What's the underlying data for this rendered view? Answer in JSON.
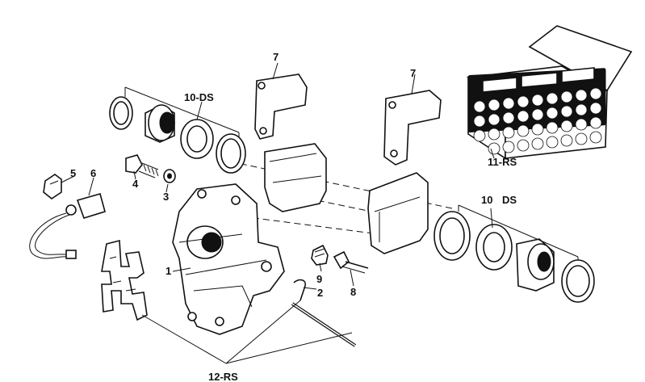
{
  "labels": {
    "p1": "1",
    "p2": "2",
    "p3": "3",
    "p4": "4",
    "p5": "5",
    "p6": "6",
    "p7a": "7",
    "p7b": "7",
    "p8": "8",
    "p9": "9",
    "p10ds_left": "10-DS",
    "p10ds_right_num": "10",
    "p10ds_right_ds": "DS",
    "p11rs": "11-RS",
    "p12rs": "12-RS"
  }
}
